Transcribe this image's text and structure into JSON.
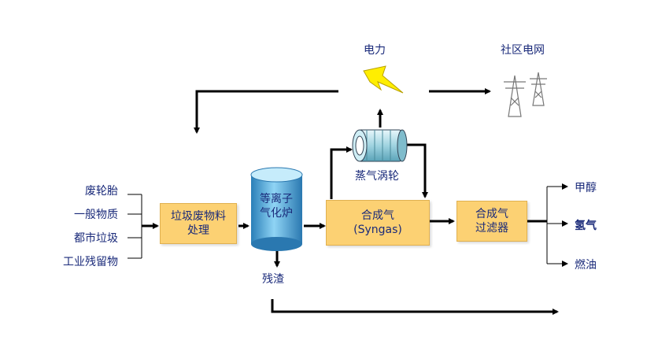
{
  "inputs": [
    "废轮胎",
    "一般物质",
    "都市垃圾",
    "工业残留物"
  ],
  "process_box": {
    "line1": "垃圾废物料",
    "line2": "处理"
  },
  "gasifier": {
    "line1": "等离子",
    "line2": "气化炉"
  },
  "residue": "残渣",
  "syngas_box": {
    "line1": "合成气",
    "line2": "(Syngas)"
  },
  "turbine_label": "蒸气涡轮",
  "filter_box": {
    "line1": "合成气",
    "line2": "过滤器"
  },
  "power_label": "电力",
  "grid_label": "社区电网",
  "outputs": [
    "甲醇",
    "氢气",
    "燃油"
  ],
  "colors": {
    "box_fill": "#fcd173",
    "cylinder": "#4aa8d8",
    "text": "#1a2a7a",
    "lightning": "#ffee00"
  },
  "icons": [
    "lightning-icon",
    "power-tower-icon",
    "steam-turbine-icon"
  ]
}
